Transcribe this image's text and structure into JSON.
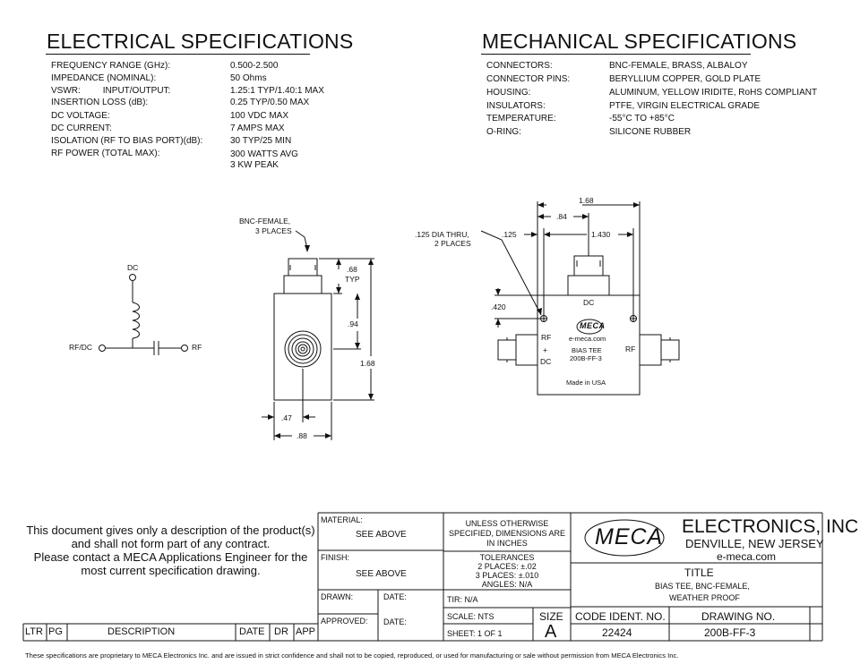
{
  "electrical": {
    "title": "ELECTRICAL SPECIFICATIONS",
    "rows": [
      {
        "label": "FREQUENCY RANGE (GHz):",
        "value": "0.500-2.500"
      },
      {
        "label": "IMPEDANCE (NOMINAL):",
        "value": "50 Ohms"
      },
      {
        "label": "VSWR:         INPUT/OUTPUT:",
        "value": "1.25:1 TYP/1.40:1 MAX"
      },
      {
        "label": "INSERTION LOSS (dB):",
        "value": "0.25 TYP/0.50 MAX"
      },
      {
        "label": "DC VOLTAGE:",
        "value": "100 VDC MAX"
      },
      {
        "label": "DC CURRENT:",
        "value": "7 AMPS MAX"
      },
      {
        "label": "ISOLATION  (RF TO BIAS PORT)(dB):",
        "value": "30 TYP/25 MIN"
      },
      {
        "label": "RF POWER (TOTAL MAX):",
        "value": "300 WATTS AVG"
      }
    ],
    "rf_power_peak": "3 KW PEAK"
  },
  "mechanical": {
    "title": "MECHANICAL SPECIFICATIONS",
    "rows": [
      {
        "label": "CONNECTORS:",
        "value": "BNC-FEMALE, BRASS, ALBALOY"
      },
      {
        "label": "CONNECTOR PINS:",
        "value": "BERYLLIUM COPPER, GOLD PLATE"
      },
      {
        "label": "HOUSING:",
        "value": "ALUMINUM, YELLOW IRIDITE, RoHS COMPLIANT"
      },
      {
        "label": "INSULATORS:",
        "value": "PTFE, VIRGIN ELECTRICAL GRADE"
      },
      {
        "label": "TEMPERATURE:",
        "value": "-55°C TO +85°C"
      },
      {
        "label": "O-RING:",
        "value": "SILICONE RUBBER"
      }
    ]
  },
  "schematic": {
    "dc": "DC",
    "rfdc": "RF/DC",
    "rf": "RF"
  },
  "side_view": {
    "callout": "BNC-FEMALE,",
    "callout2": "3 PLACES",
    "d68typ": ".68",
    "typ": "TYP",
    "d94": ".94",
    "d168": "1.68",
    "d47": ".47",
    "d88": ".88"
  },
  "top_view": {
    "d168": "1.68",
    "d84": ".84",
    "d125": ".125",
    "d1430": "1.430",
    "d420": ".420",
    "hole1": ".125 DIA THRU,",
    "hole2": "2 PLACES",
    "dc": "DC",
    "rf_left": "RF",
    "plus": "+",
    "dc_left": "DC",
    "rf_right": "RF",
    "logo": "MECA",
    "web": "e-meca.com",
    "name1": "BIAS TEE",
    "name2": "200B-FF-3",
    "made": "Made in USA"
  },
  "disclaimer": [
    "This document gives only a description of the product(s)",
    "and shall not form part of any contract.",
    "Please contact a MECA Applications Engineer for the",
    "most current specification drawing."
  ],
  "title_block": {
    "material_label": "MATERIAL:",
    "material_value": "SEE ABOVE",
    "finish_label": "FINISH:",
    "finish_value": "SEE ABOVE",
    "drawn_label": "DRAWN:",
    "approved_label": "APPROVED:",
    "date_label": "DATE:",
    "unless1": "UNLESS OTHERWISE",
    "unless2": "SPECIFIED, DIMENSIONS ARE",
    "unless3": "IN INCHES",
    "tol_title": "TOLERANCES",
    "tol1": "2 PLACES: ±.02",
    "tol2": "3 PLACES: ±.010",
    "tol3": "ANGLES: N/A",
    "tir": "TIR: N/A",
    "scale": "SCALE: NTS",
    "sheet": "SHEET: 1 OF 1",
    "size_label": "SIZE",
    "size_value": "A",
    "code_label": "CODE IDENT. NO.",
    "code_value": "22424",
    "dwg_label": "DRAWING NO.",
    "dwg_value": "200B-FF-3",
    "company": "ELECTRONICS, INC.",
    "city": "DENVILLE, NEW JERSEY",
    "web": "e-meca.com",
    "logo": "MECA",
    "title_label": "TITLE",
    "title1": "BIAS TEE, BNC-FEMALE,",
    "title2": "WEATHER PROOF"
  },
  "revision": {
    "ltr": "LTR",
    "pg": "PG",
    "desc": "DESCRIPTION",
    "date": "DATE",
    "dr": "DR",
    "app": "APP"
  },
  "footer": "These specifications are proprietary to MECA Electronics Inc. and are  issued in strict confidence and shall not to be copied, reproduced, or used for manufacturing or sale without permission from MECA Electronics Inc."
}
